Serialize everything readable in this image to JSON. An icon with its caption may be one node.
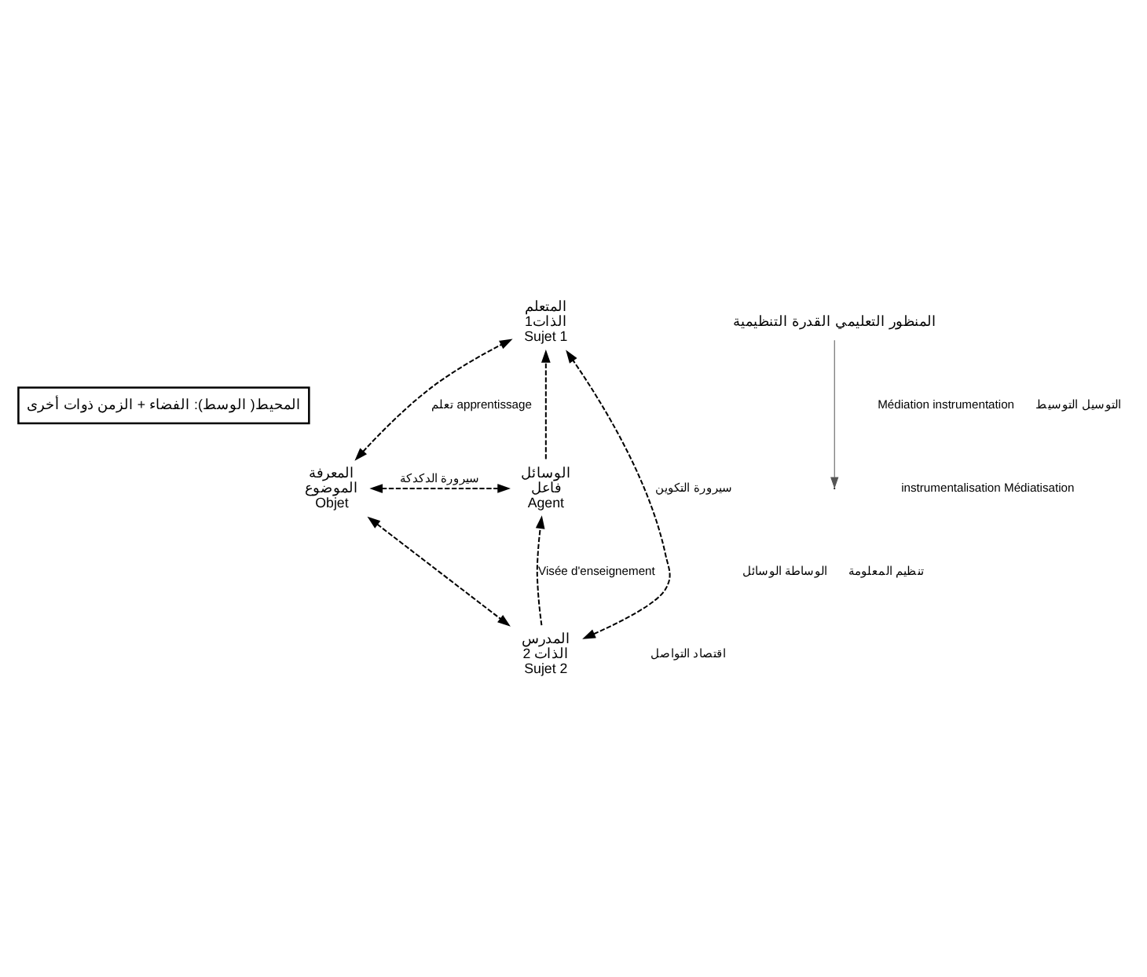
{
  "diagram": {
    "nodes": [
      {
        "text": [
          "المحيط( الوسط): الفضاء + الزمن ذوات أخرى"
        ]
      },
      {
        "text": [
          "المتعلم",
          "الذات1",
          "Sujet 1"
        ]
      },
      {
        "text": [
          "المعرفة",
          "الموضوع",
          "Objet"
        ]
      },
      {
        "text": [
          "الوسائل",
          "فاعل",
          "Agent"
        ]
      },
      {
        "text": [
          "المدرس",
          "الذات 2",
          "Sujet 2"
        ]
      },
      {
        "text": [
          "المنظور التعليمي القدرة التنظيمية"
        ]
      }
    ],
    "edges": [
      {
        "from": 2,
        "to": 1,
        "arrow": "both",
        "style": "dashed",
        "label": "تعلم apprentissage"
      },
      {
        "from": 3,
        "to": 1,
        "arrow": "to",
        "style": "dashed"
      },
      {
        "from": 4,
        "to": 1,
        "arrow": "both",
        "style": "dashed",
        "label": "سيرورة التكوين"
      },
      {
        "from": 2,
        "to": 3,
        "arrow": "both",
        "style": "dashed",
        "label": "سيرورة الدكدكة"
      },
      {
        "from": 2,
        "to": 4,
        "arrow": "both",
        "style": "dashed"
      },
      {
        "from": 4,
        "to": 3,
        "arrow": "to",
        "style": "dashed",
        "label": "Visée d'enseignement"
      },
      {
        "from": 5,
        "to": null,
        "arrow": "to",
        "color": "#555555"
      }
    ],
    "labels": [
      "الوساطة الوسائل",
      "Médiation instrumentation",
      "تنظيم المعلومة",
      "اقتصاد التواصل",
      "التوسيل التوسيط",
      "instrumentalisation Médiatisation"
    ]
  }
}
